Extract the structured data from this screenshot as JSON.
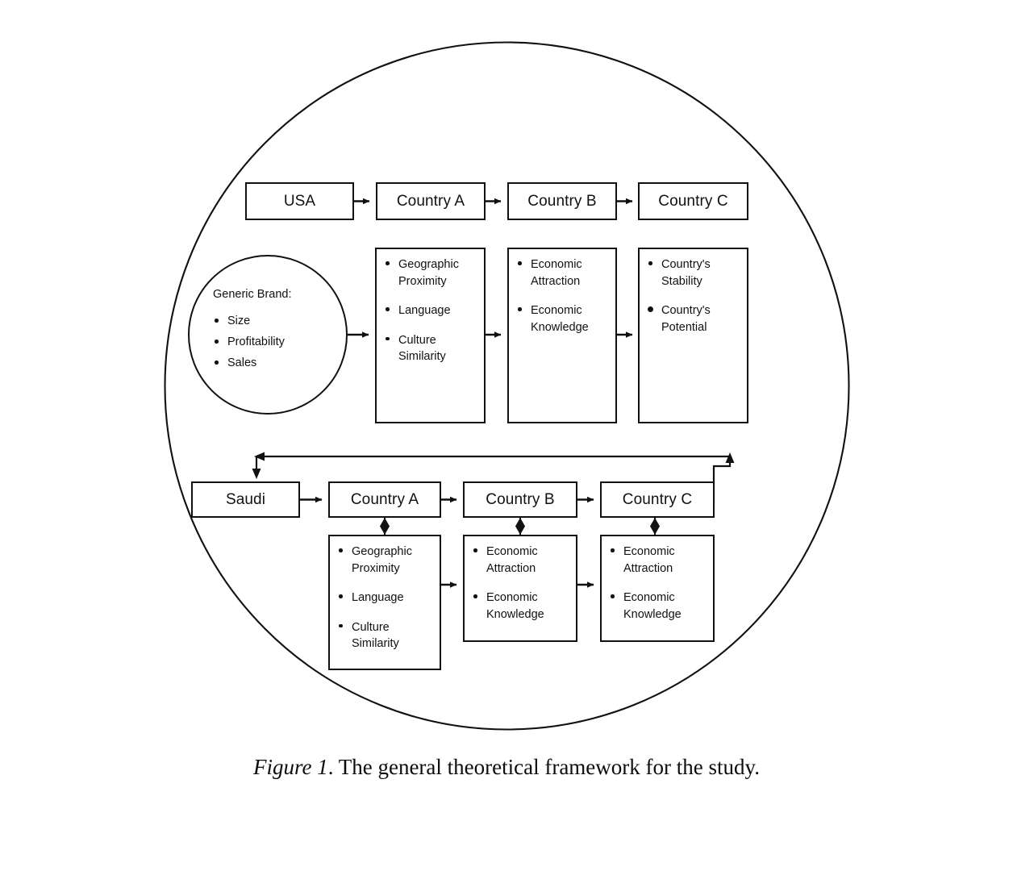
{
  "figure": {
    "caption_italic": "Figure 1",
    "caption_rest": ". The general theoretical framework for the study.",
    "boundary_shape": "circle",
    "line_color": "#111111",
    "background": "#ffffff"
  },
  "upper_flow": {
    "nodes": [
      {
        "label": "USA"
      },
      {
        "label": "Country A"
      },
      {
        "label": "Country B"
      },
      {
        "label": "Country C"
      }
    ],
    "brand_circle": {
      "title": "Generic Brand:",
      "items": [
        "Size",
        "Profitability",
        "Sales"
      ]
    },
    "detail_boxes": [
      {
        "owner": "Country A",
        "items": [
          {
            "text": "Geographic Proximity",
            "emphasis": false
          },
          {
            "text": "Language",
            "emphasis": false
          },
          {
            "text": "Culture Similarity",
            "emphasis": false
          }
        ]
      },
      {
        "owner": "Country B",
        "items": [
          {
            "text": "Economic Attraction",
            "emphasis": false
          },
          {
            "text": "Economic Knowledge",
            "emphasis": false
          }
        ]
      },
      {
        "owner": "Country C",
        "items": [
          {
            "text": "Country's Stability",
            "emphasis": false
          },
          {
            "text": "Country's Potential",
            "emphasis": true
          }
        ]
      }
    ]
  },
  "lower_flow": {
    "nodes": [
      {
        "label": "Saudi"
      },
      {
        "label": "Country A"
      },
      {
        "label": "Country B"
      },
      {
        "label": "Country C"
      }
    ],
    "detail_boxes": [
      {
        "owner": "Country A",
        "items": [
          {
            "text": "Geographic Proximity",
            "emphasis": false
          },
          {
            "text": "Language",
            "emphasis": false
          },
          {
            "text": "Culture Similarity",
            "emphasis": false
          }
        ]
      },
      {
        "owner": "Country B",
        "items": [
          {
            "text": "Economic Attraction",
            "emphasis": false
          },
          {
            "text": "Economic Knowledge",
            "emphasis": false
          }
        ]
      },
      {
        "owner": "Country C",
        "items": [
          {
            "text": "Economic Attraction",
            "emphasis": false
          },
          {
            "text": "Economic Knowledge",
            "emphasis": false
          }
        ]
      }
    ],
    "feedback_arrow": {
      "description": "feedback loop from Country C back to Saudi"
    }
  }
}
